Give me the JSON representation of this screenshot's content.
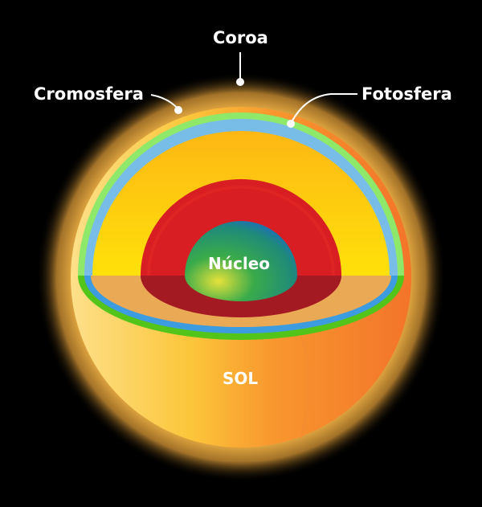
{
  "diagram": {
    "subject": "SOL",
    "labels": {
      "corona": "Coroa",
      "chromosphere": "Cromosfera",
      "photosphere": "Fotosfera",
      "core": "Núcleo",
      "sun": "SOL"
    },
    "colors": {
      "background": "#000000",
      "glow": "#f7c04a",
      "sun_body_left": "#fbd66a",
      "sun_body_right": "#f57a2a",
      "convective_zone": "#fdc20a",
      "radiative_zone": "#d91e22",
      "core_green": "#3bb34a",
      "core_blue": "#1e5fe0",
      "photosphere_blue": "#6fb4e6",
      "chromosphere_green": "#8ee86a",
      "text": "#ffffff"
    }
  }
}
